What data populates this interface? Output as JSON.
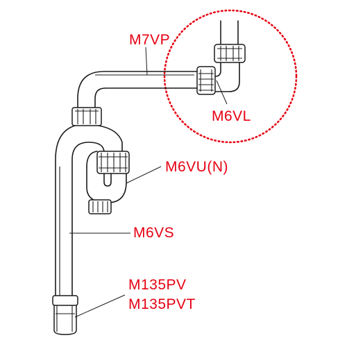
{
  "labels": {
    "m7vp": "M7VP",
    "m6vl": "M6VL",
    "m6vu": "M6VU(N)",
    "m6vs": "M6VS",
    "m135pv": "M135PV",
    "m135pvt": "M135PVT"
  },
  "colors": {
    "label": "#e60012",
    "highlight_circle": "#e60012",
    "outline": "#1a1a1a"
  }
}
